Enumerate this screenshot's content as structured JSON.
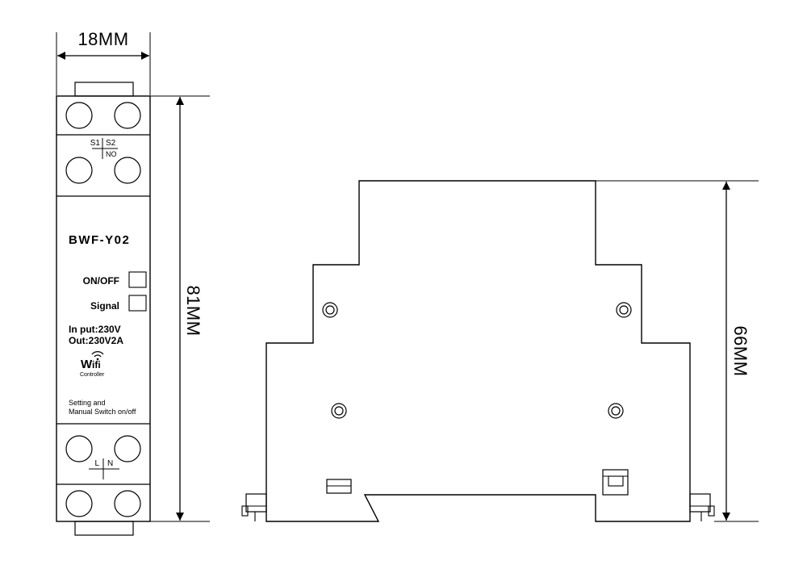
{
  "front_view": {
    "width_dimension": "18MM",
    "height_dimension": "81MM",
    "model": "BWF-Y02",
    "top_terminal_labels": {
      "s1": "S1",
      "s2": "S2",
      "no": "NO"
    },
    "on_off_label": "ON/OFF",
    "signal_label": "Signal",
    "input_label": "In put:230V",
    "output_label": "Out:230V2A",
    "wifi_logo": {
      "w": "W",
      "rest": "ifi",
      "sub": "Controller"
    },
    "setting_line1": "Setting and",
    "setting_line2": "Manual Switch on/off",
    "bottom_terminal_labels": {
      "l": "L",
      "n": "N"
    }
  },
  "side_view": {
    "height_dimension": "66MM"
  }
}
